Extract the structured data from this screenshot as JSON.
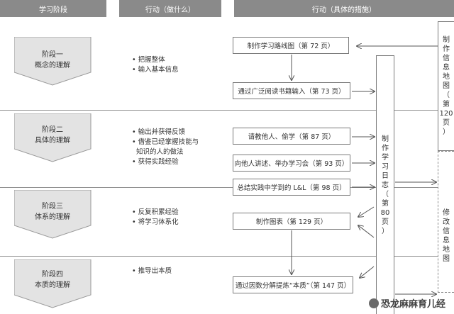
{
  "headers": {
    "col1": "学习阶段",
    "col2": "行动（做什么）",
    "col3": "行动（具体的措施）"
  },
  "stages": [
    {
      "title": "阶段一",
      "subtitle": "概念的理解"
    },
    {
      "title": "阶段二",
      "subtitle": "具体的理解"
    },
    {
      "title": "阶段三",
      "subtitle": "体系的理解"
    },
    {
      "title": "阶段四",
      "subtitle": "本质的理解"
    }
  ],
  "actions": [
    [
      "• 把握整体",
      "• 输入基本信息"
    ],
    [
      "• 输出并获得反馈",
      "• 借鉴已经掌握技能与",
      "  知识的人的做法",
      "• 获得实践经验"
    ],
    [
      "• 反复积累经验",
      "• 将学习体系化"
    ],
    [
      "• 推导出本质"
    ]
  ],
  "measures": [
    "制作学习路线图（第 72 页）",
    "通过广泛阅读书籍输入（第 73 页）",
    "请教他人、偷学（第 87 页）",
    "向他人讲述、举办学习会（第 93 页）",
    "总结实践中学到的 L&L（第 98 页）",
    "制作图表（第 129 页）",
    "通过因数分解提炼“本质”（第 147 页）"
  ],
  "log_box": [
    "制",
    "作",
    "学",
    "习",
    "日",
    "志",
    "（",
    "第",
    "80",
    "页",
    "）"
  ],
  "info_map_box": [
    "制",
    "作",
    "信",
    "息",
    "地",
    "图",
    "（",
    "第",
    "120",
    "页",
    "）"
  ],
  "revise_box": [
    "修",
    "改",
    "信",
    "息",
    "地",
    "图"
  ],
  "watermark": "恐龙麻麻育儿经"
}
